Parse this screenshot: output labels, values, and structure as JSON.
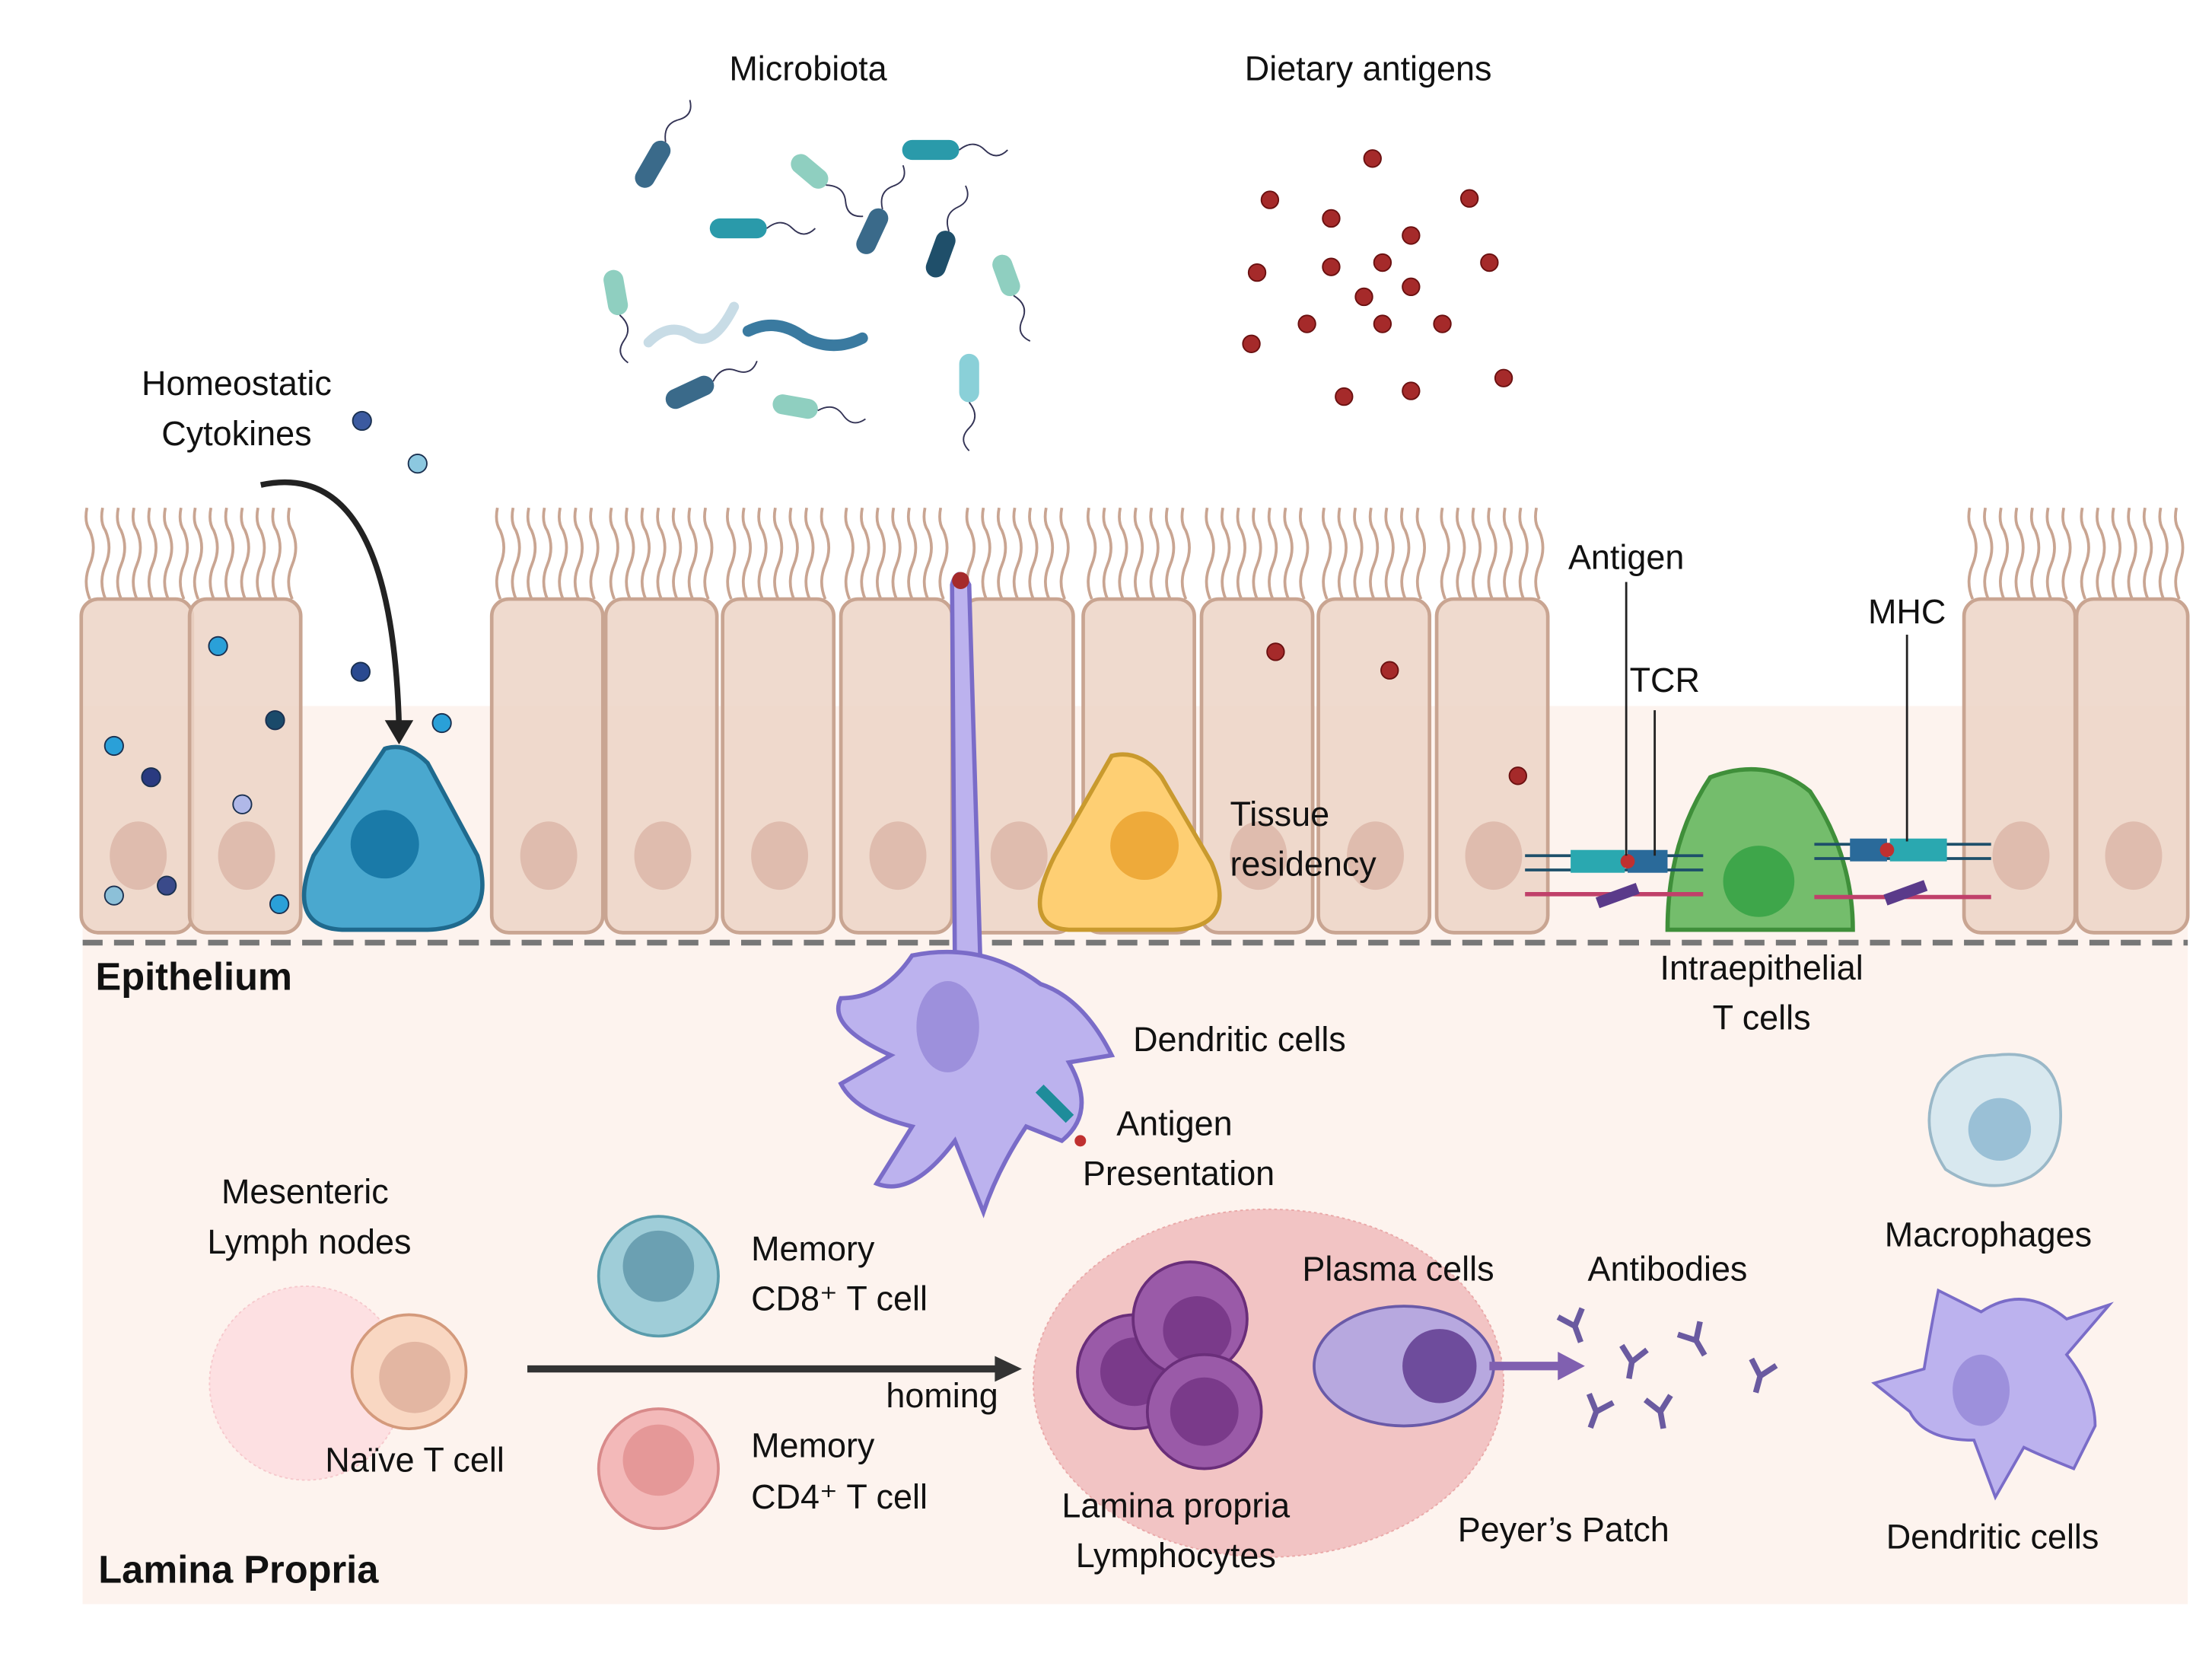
{
  "labels": {
    "microbiota": "Microbiota",
    "dietary_antigens": "Dietary antigens",
    "homeostatic_cytokines": [
      "Homeostatic",
      "Cytokines"
    ],
    "antigen": "Antigen",
    "tcr": "TCR",
    "mhc": "MHC",
    "tissue_residency": [
      "Tissue",
      "residency"
    ],
    "epithelium": "Epithelium",
    "dendritic_cells_top": "Dendritic cells",
    "antigen_presentation": [
      "Antigen",
      "Presentation"
    ],
    "intraepithelial_t_cells": [
      "Intraepithelial",
      "T cells"
    ],
    "macrophages": "Macrophages",
    "mesenteric_lymph_nodes": [
      "Mesenteric",
      "Lymph nodes"
    ],
    "memory_cd8": [
      "Memory",
      "CD8⁺ T cell"
    ],
    "memory_cd4": [
      "Memory",
      "CD4⁺ T cell"
    ],
    "homing": "homing",
    "plasma_cells": "Plasma cells",
    "antibodies": "Antibodies",
    "naive_t_cell": "Naïve T cell",
    "lamina_propria_lymphocytes": [
      "Lamina propria",
      "Lymphocytes"
    ],
    "peyers_patch": "Peyer’s Patch",
    "dendritic_cells_bottom": "Dendritic cells",
    "lamina_propria": "Lamina Propria"
  },
  "colors": {
    "epithelial_cell": "#ecd3c6",
    "lamina_propria_bg": "#fdf3ee",
    "cytokine_cell": "#4aa8cf",
    "tissue_resident_cell": "#fecf73",
    "intraepithelial_t_cell": "#74bd6c",
    "dendritic_cell": "#bcb2ee",
    "dietary_antigen": "#a52a2a",
    "memory_cd8": "#9fcdd8",
    "memory_cd4": "#f3b9b9",
    "peyers_patch": "#f2c4c4",
    "plasma_cell": "#9a5aa8"
  }
}
